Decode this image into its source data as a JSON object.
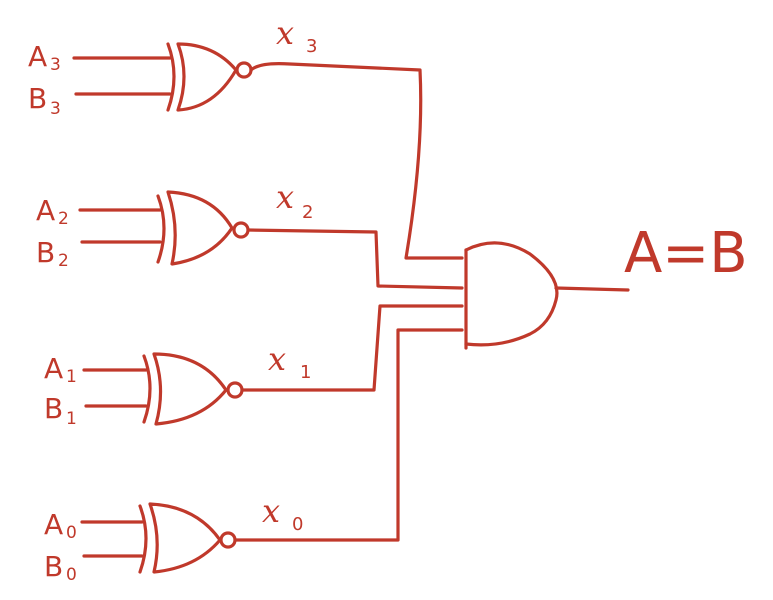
{
  "colors": {
    "ink": "#c0392b",
    "background": "#ffffff"
  },
  "gates": [
    {
      "a": "A",
      "a_sub": "3",
      "b": "B",
      "b_sub": "3",
      "x": "x",
      "x_sub": "3",
      "icon": "xnor-gate-icon"
    },
    {
      "a": "A",
      "a_sub": "2",
      "b": "B",
      "b_sub": "2",
      "x": "x",
      "x_sub": "2",
      "icon": "xnor-gate-icon"
    },
    {
      "a": "A",
      "a_sub": "1",
      "b": "B",
      "b_sub": "1",
      "x": "x",
      "x_sub": "1",
      "icon": "xnor-gate-icon"
    },
    {
      "a": "A",
      "a_sub": "0",
      "b": "B",
      "b_sub": "0",
      "x": "x",
      "x_sub": "0",
      "icon": "xnor-gate-icon"
    }
  ],
  "and_gate": {
    "icon": "and-gate-icon"
  },
  "output": {
    "label": "A=B"
  }
}
